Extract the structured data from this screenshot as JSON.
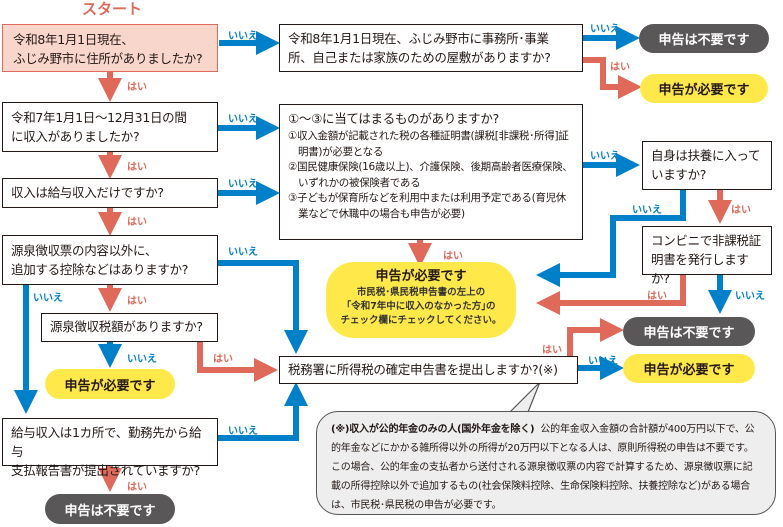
{
  "start_label": "スタート",
  "colors": {
    "yes": "#e06a5a",
    "no": "#0080c8",
    "dark_pill": "#5a5758",
    "yellow_pill": "#ffe94a",
    "start_bg": "#f8d6cc"
  },
  "labels": {
    "yes": "はい",
    "no": "いいえ"
  },
  "questions": {
    "q1": "令和8年1月1日現在、ふじみ野市に住所がありましたか?",
    "q1_line1": "令和8年1月1日現在、",
    "q1_line2": "ふじみ野市に住所がありましたか?",
    "q2_line1": "令和8年1月1日現在、ふじみ野市に事務所･事業",
    "q2_line2": "所、自己または家族のための屋敷がありますか?",
    "q3_line1": "令和7年1月1日～12月31日の間",
    "q3_line2": "に収入がありましたか?",
    "q4": "収入は給与収入だけですか?",
    "q5_line1": "源泉徴収票の内容以外に、",
    "q5_line2": "追加する控除などはありますか?",
    "q6": "源泉徴収税額がありますか?",
    "q7_line1": "給与収入は1カ所で、勤務先から給与",
    "q7_line2": "支払報告書が提出されていますか?",
    "q8": "税務署に所得税の確定申告書を提出しますか?(※)",
    "q9_line1": "自身は扶養に入って",
    "q9_line2": "いますか?",
    "q10_line1": "コンビニで非課税証",
    "q10_line2": "明書を発行しますか?",
    "q11_title": "①～③に当てはまるものがありますか?",
    "q11_items": [
      "①収入金額が記載された税の各種証明書(課税[非課税･所得]証明書)が必要となる",
      "②国民健康保険(16歳以上)、介護保険、後期高齢者医療保険、いずれかの被保険者である",
      "③子どもが保育所などを利用中または利用予定である(育児休業などで休職中の場合も申告が必要)"
    ]
  },
  "results": {
    "not_required": "申告は不要です",
    "required": "申告が必要です",
    "required_note_title": "申告が必要です",
    "required_note_lines": [
      "市民税･県民税申告書の左上の",
      "｢令和7年中に収入のなかった方｣の",
      "チェック欄にチェックしてください。"
    ]
  },
  "footnote": {
    "heading": "(※)収入が公的年金のみの人(国外年金を除く)",
    "body": "公的年金収入金額の合計額が400万円以下で、公的年金などにかかる雑所得以外の所得が20万円以下となる人は、原則所得税の申告は不要です。この場合、公的年金の支払者から送付される源泉徴収票の内容で計算するため、源泉徴収票に記載の所得控除以外で追加するもの(社会保険料控除、生命保険料控除、扶養控除など)がある場合は、市民税･県民税の申告が必要です。"
  }
}
